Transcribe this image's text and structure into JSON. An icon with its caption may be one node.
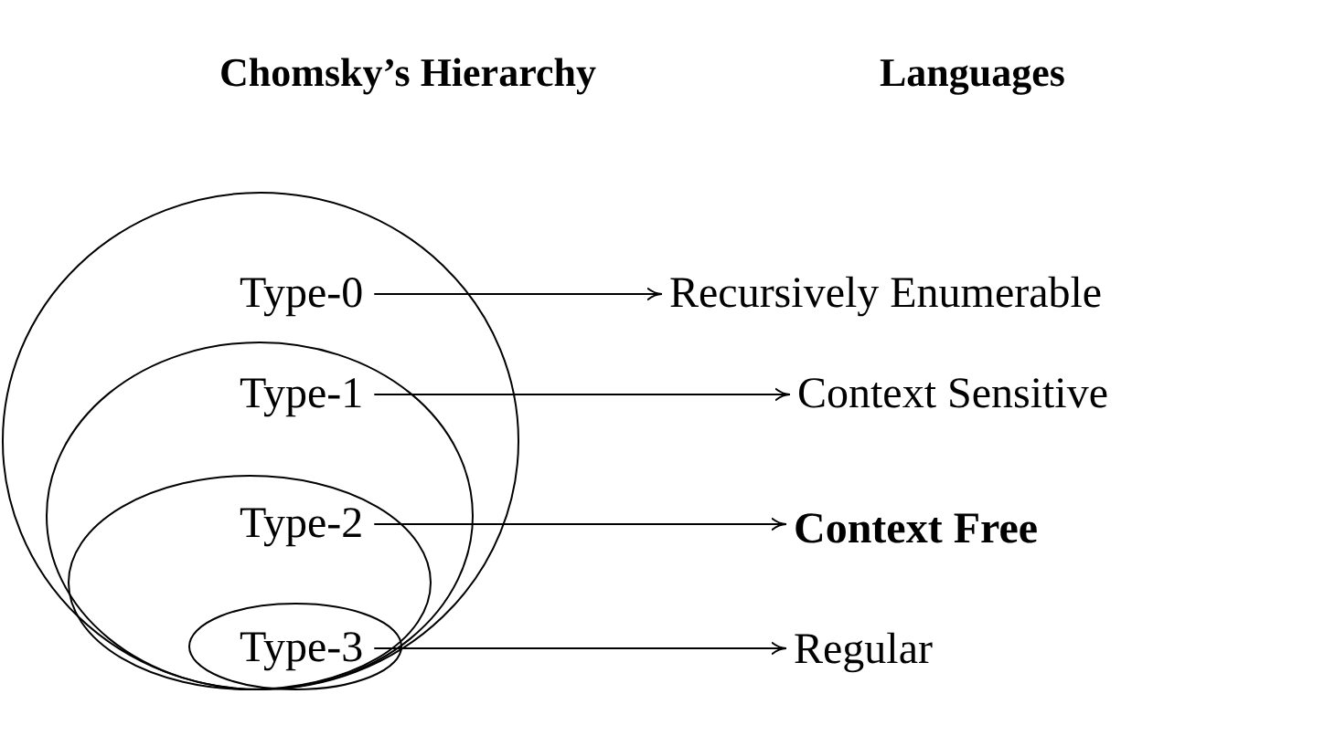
{
  "diagram": {
    "nodes": [
      {
        "text": [
          "Type-0"
        ]
      },
      {
        "text": [
          "Type-1"
        ],
        "in": 0
      },
      {
        "text": [
          "Type-2"
        ],
        "in": 1
      },
      {
        "text": [
          "Type-3"
        ],
        "in": 2
      },
      {
        "text": [
          "Recursively Enumerable"
        ]
      },
      {
        "text": [
          "Context Sensitive"
        ]
      },
      {
        "text": [
          "Context Free"
        ]
      },
      {
        "text": [
          "Regular"
        ]
      }
    ],
    "edges": [
      {
        "from": 0,
        "to": 4,
        "arrow": "to"
      },
      {
        "from": 1,
        "to": 5,
        "arrow": "to"
      },
      {
        "from": 2,
        "to": 6,
        "arrow": "to"
      },
      {
        "from": 3,
        "to": 7,
        "arrow": "to"
      }
    ],
    "labels": [
      "Chomsky’s Hierarchy",
      "Languages"
    ]
  }
}
